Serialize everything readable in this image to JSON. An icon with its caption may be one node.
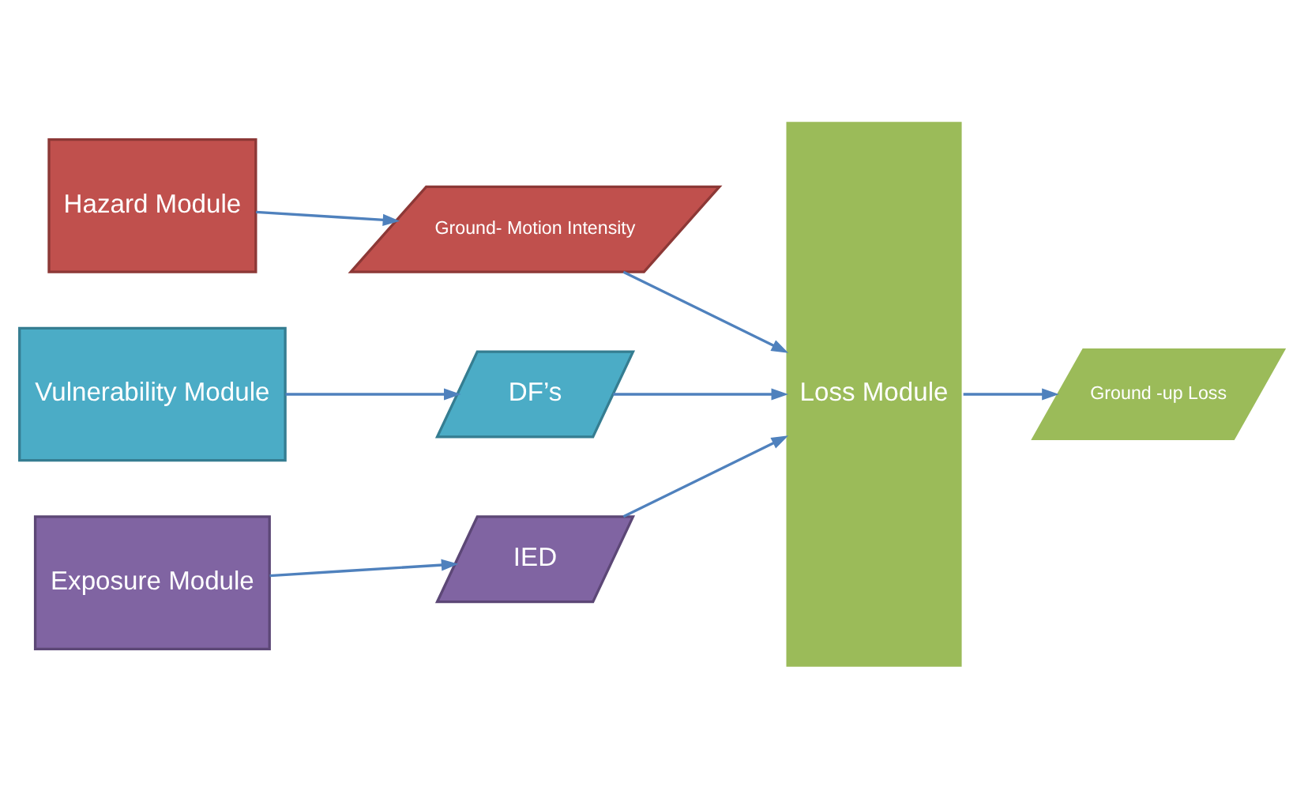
{
  "diagram": {
    "nodes": [
      {
        "text": [
          "Hazard Module"
        ]
      },
      {
        "text": [
          "Ground- Motion Intensity"
        ]
      },
      {
        "text": [
          "Vulnerability Module"
        ]
      },
      {
        "text": [
          "DF’s"
        ]
      },
      {
        "text": [
          "Exposure Module"
        ]
      },
      {
        "text": [
          "IED"
        ]
      },
      {
        "text": [
          "Loss Module"
        ]
      },
      {
        "text": [
          "Ground -up Loss"
        ]
      }
    ],
    "edges": [
      {
        "from": 0,
        "to": 1,
        "arrow": "to"
      },
      {
        "from": 1,
        "to": 6,
        "arrow": "to"
      },
      {
        "from": 2,
        "to": 3,
        "arrow": "to"
      },
      {
        "from": 3,
        "to": 6,
        "arrow": "to"
      },
      {
        "from": 4,
        "to": 5,
        "arrow": "to"
      },
      {
        "from": 5,
        "to": 6,
        "arrow": "to"
      },
      {
        "from": 6,
        "to": 7,
        "arrow": "to"
      }
    ]
  }
}
